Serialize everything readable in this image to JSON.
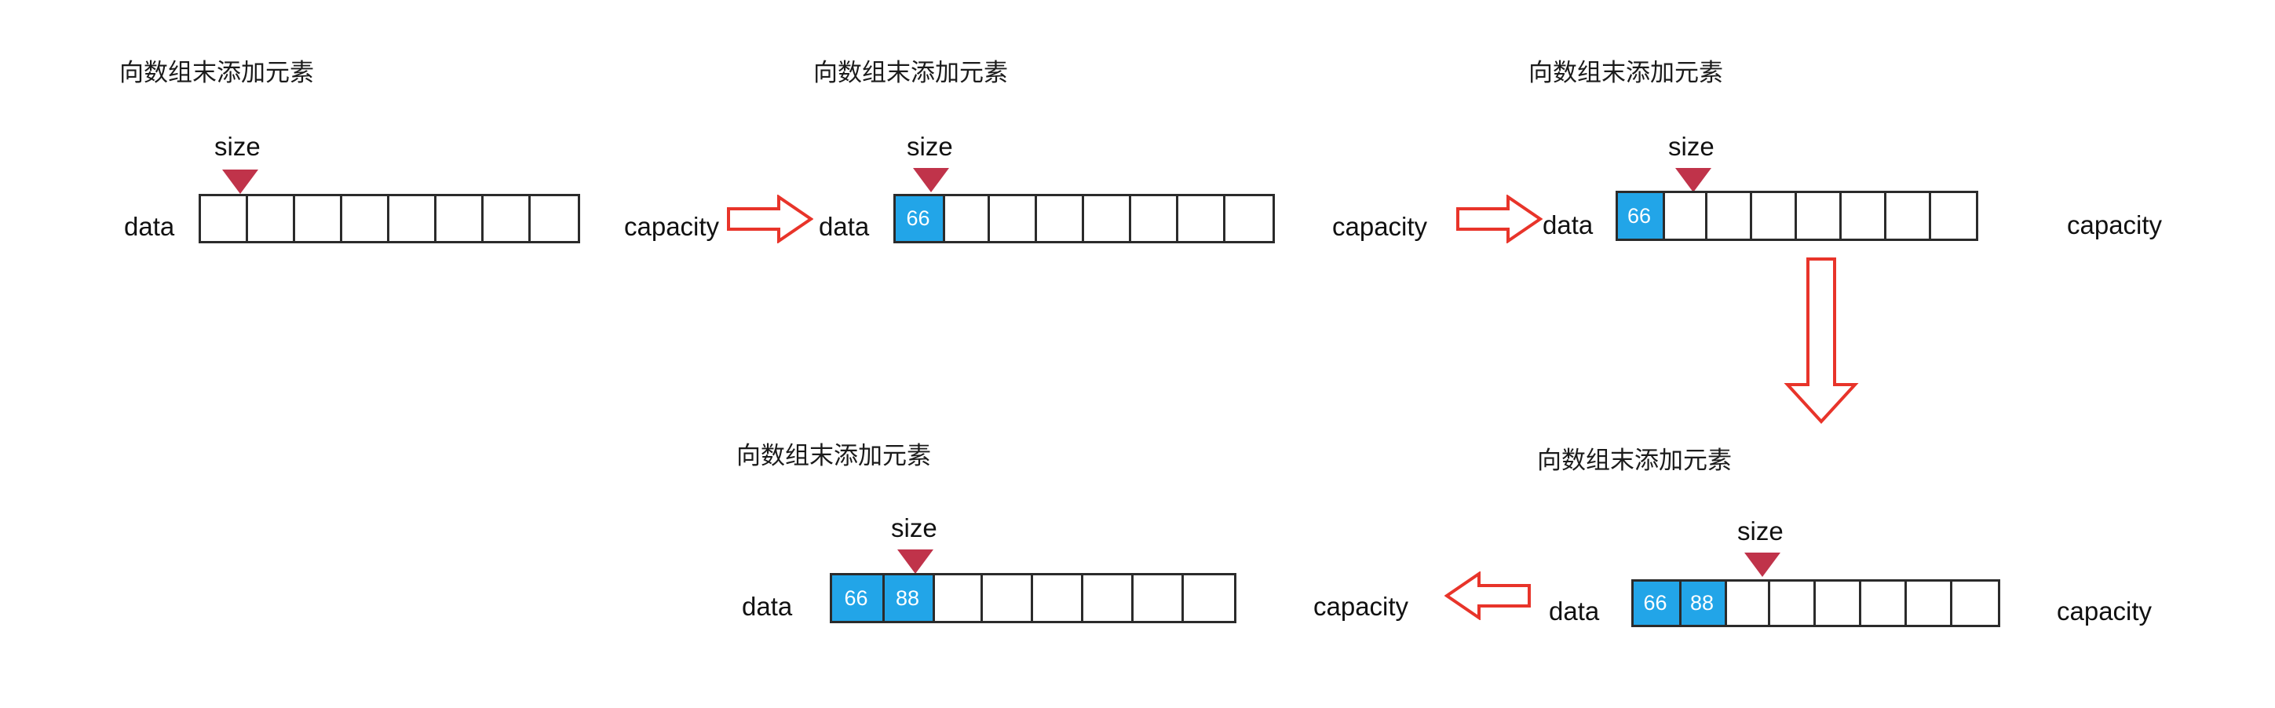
{
  "meta": {
    "figure_title": "向数组末添加元素",
    "accent_blue": "#22a5e8",
    "pointer_red": "#c0334a",
    "arrow_red": "#e8342a",
    "border_dark": "#2b2b2b"
  },
  "labels": {
    "size": "size",
    "data": "data",
    "capacity": "capacity"
  },
  "panels": [
    {
      "id": "panel-1",
      "title": "向数组末添加元素",
      "size_label": "size",
      "data_label": "data",
      "capacity_label": "capacity",
      "capacity_cells": 8,
      "size_value": 0,
      "cells": [
        "",
        "",
        "",
        "",
        "",
        "",
        "",
        ""
      ]
    },
    {
      "id": "panel-2",
      "title": "向数组末添加元素",
      "size_label": "size",
      "data_label": "data",
      "capacity_label": "capacity",
      "capacity_cells": 8,
      "size_value": 1,
      "cells": [
        "66",
        "",
        "",
        "",
        "",
        "",
        "",
        ""
      ]
    },
    {
      "id": "panel-3",
      "title": "向数组末添加元素",
      "size_label": "size",
      "data_label": "data",
      "capacity_label": "capacity",
      "capacity_cells": 8,
      "size_value": 1,
      "cells": [
        "66",
        "",
        "",
        "",
        "",
        "",
        "",
        ""
      ]
    },
    {
      "id": "panel-4",
      "title": "向数组末添加元素",
      "size_label": "size",
      "data_label": "data",
      "capacity_label": "capacity",
      "capacity_cells": 8,
      "size_value": 2,
      "cells": [
        "66",
        "88",
        "",
        "",
        "",
        "",
        "",
        ""
      ]
    },
    {
      "id": "panel-5",
      "title": "向数组末添加元素",
      "size_label": "size",
      "data_label": "data",
      "capacity_label": "capacity",
      "capacity_cells": 8,
      "size_value": 2,
      "cells": [
        "66",
        "88",
        "",
        "",
        "",
        "",
        "",
        ""
      ]
    }
  ],
  "flow_arrows": [
    {
      "id": "arrow-1",
      "direction": "right"
    },
    {
      "id": "arrow-2",
      "direction": "right"
    },
    {
      "id": "arrow-3",
      "direction": "down"
    },
    {
      "id": "arrow-4",
      "direction": "left"
    }
  ]
}
